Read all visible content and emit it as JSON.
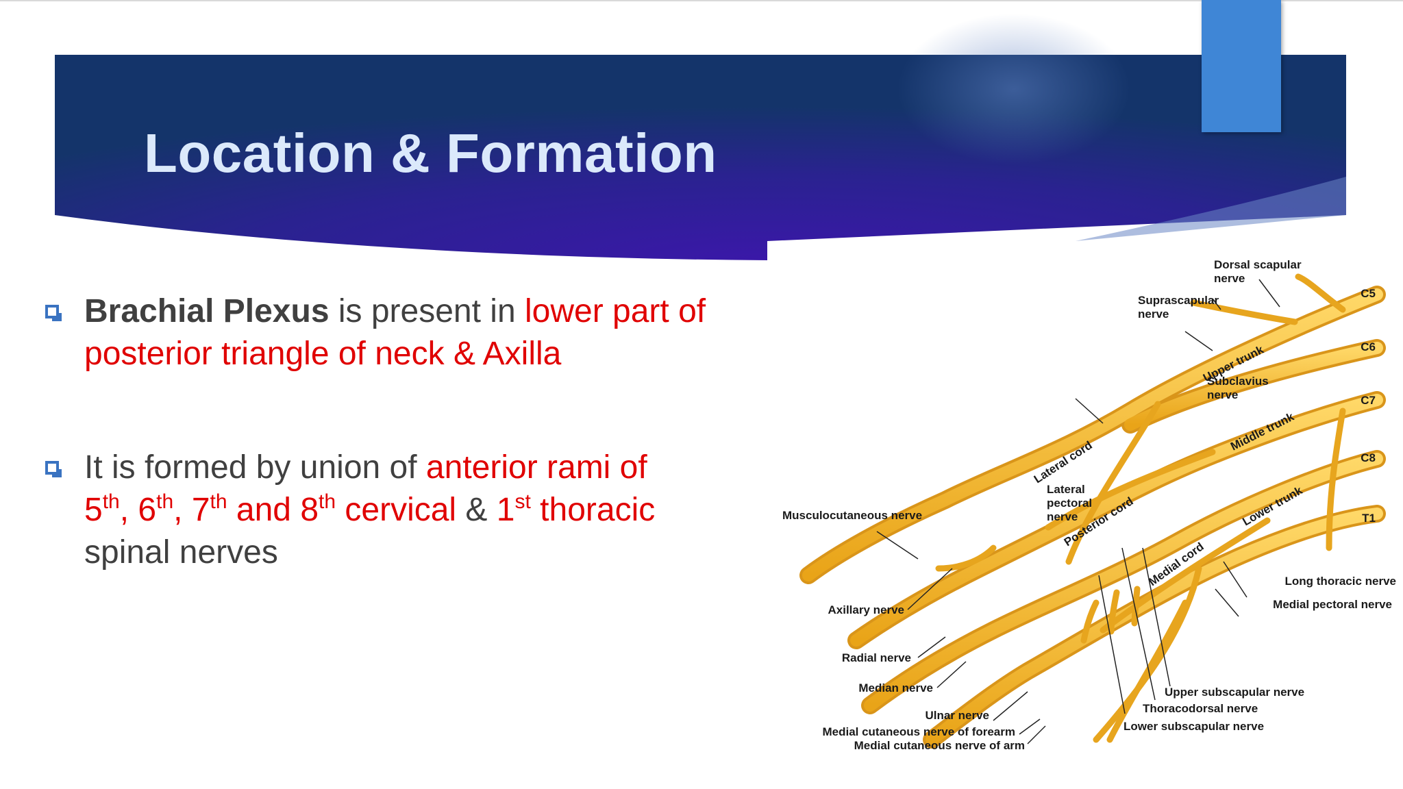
{
  "slide": {
    "title": "Location & Formation"
  },
  "bullets": [
    {
      "strong": "Brachial Plexus",
      "text1": " is present in ",
      "red1": "lower part of posterior triangle of neck & Axilla"
    },
    {
      "text1": "It is formed by union of ",
      "red1": "anterior rami of",
      "n5": "5",
      "th1": "th",
      "c1": ", ",
      "n6": "6",
      "th2": "th",
      "c2": ", ",
      "n7": "7",
      "th3": "th",
      "and": " and ",
      "n8": "8",
      "th4": "th",
      "cervical": " cervical",
      "amp": " & ",
      "n1": "1",
      "st": "st",
      "thoracic": " thoracic",
      "end": "spinal nerves"
    }
  ],
  "diagram": {
    "roots": [
      "C5",
      "C6",
      "C7",
      "C8",
      "T1"
    ],
    "labels": {
      "dorsal_scapular_1": "Dorsal scapular",
      "dorsal_scapular_2": "nerve",
      "suprascapular_1": "Suprascapular",
      "suprascapular_2": "nerve",
      "upper_trunk": "Upper trunk",
      "subclavius_1": "Subclavius",
      "subclavius_2": "nerve",
      "middle_trunk": "Middle trunk",
      "lateral_cord": "Lateral cord",
      "lateral_pectoral_1": "Lateral",
      "lateral_pectoral_2": "pectoral",
      "lateral_pectoral_3": "nerve",
      "posterior_cord": "Posterior cord",
      "lower_trunk": "Lower trunk",
      "medial_cord": "Medial cord",
      "musculocutaneous": "Musculocutaneous nerve",
      "axillary": "Axillary nerve",
      "radial": "Radial nerve",
      "median": "Median nerve",
      "ulnar": "Ulnar nerve",
      "med_cut_forearm": "Medial cutaneous nerve of forearm",
      "med_cut_arm": "Medial cutaneous nerve of arm",
      "long_thoracic": "Long thoracic nerve",
      "medial_pectoral": "Medial pectoral nerve",
      "upper_subscapular": "Upper subscapular nerve",
      "thoracodorsal": "Thoracodorsal nerve",
      "lower_subscapular": "Lower subscapular nerve"
    }
  },
  "colors": {
    "banner_dark": "#17306b",
    "banner_mid": "#3a1aa3",
    "accent": "#3f86d6",
    "title": "#dbe9fb",
    "highlight": "#e00000",
    "nerve": "#f5b82e"
  }
}
